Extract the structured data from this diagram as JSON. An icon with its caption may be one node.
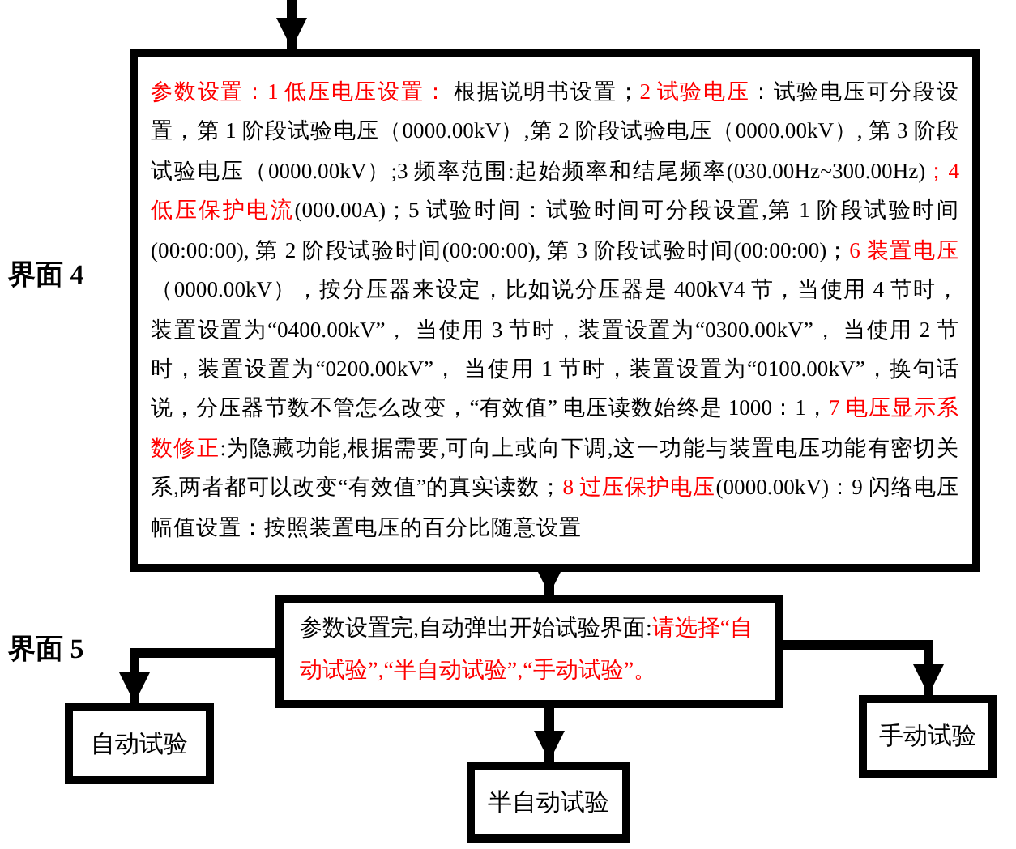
{
  "diagram": {
    "nodes": [
      {
        "text": [
          "*参数设置：1 低压电压设置：* 根据说明书设置；*2 试验电压*：试验电压可分段设置，第 1 阶段试验电压（0000.00kV）,第 2 阶段试验电压（0000.00kV）, 第 3 阶段试验电压（0000.00kV）;3 频率范围:起始频率和结尾频率(030.00Hz~300.00Hz)*；4 低压保护电流*(000.00A)；5 试验时间：试验时间可分段设置,第 1 阶段试验时间(00:00:00), 第 2 阶段试验时间(00:00:00), 第 3 阶段试验时间(00:00:00)；*6 装置电压*（0000.00kV），按分压器来设定，比如说分压器是 400kV4 节，当使用 4 节时，装置设置为“0400.00kV”， 当使用 3 节时，装置设置为“0300.00kV”， 当使用 2 节时，装置设置为“0200.00kV”， 当使用 1 节时，装置设置为“0100.00kV”，换句话说，分压器节数不管怎么改变，“有效值” 电压读数始终是 1000：1，*7 电压显示系数修正*:为隐藏功能,根据需要,可向上或向下调,这一功能与装置电压功能有密切关系,两者都可以改变“有效值”的真实读数；*8 过压保护电压*(0000.00kV)：9 闪络电压幅值设置：按照装置电压的百分比随意设置"
        ]
      },
      {
        "text": [
          "参数设置完,自动弹出开始试验界面:*请选择“自动试验”,“半自动试验”,“手动试验”。*"
        ]
      },
      {
        "text": [
          "自动试验"
        ]
      },
      {
        "text": [
          "半自动试验"
        ]
      },
      {
        "text": [
          "手动试验"
        ]
      }
    ],
    "edges": [
      {
        "from": null,
        "to": 0,
        "arrow": "to"
      },
      {
        "from": 0,
        "to": 1,
        "arrow": "to"
      },
      {
        "from": 1,
        "to": 2,
        "arrow": "to"
      },
      {
        "from": 1,
        "to": 3,
        "arrow": "to"
      },
      {
        "from": 1,
        "to": 4,
        "arrow": "to"
      }
    ],
    "labels": [
      "界面 4",
      "界面 5"
    ]
  }
}
